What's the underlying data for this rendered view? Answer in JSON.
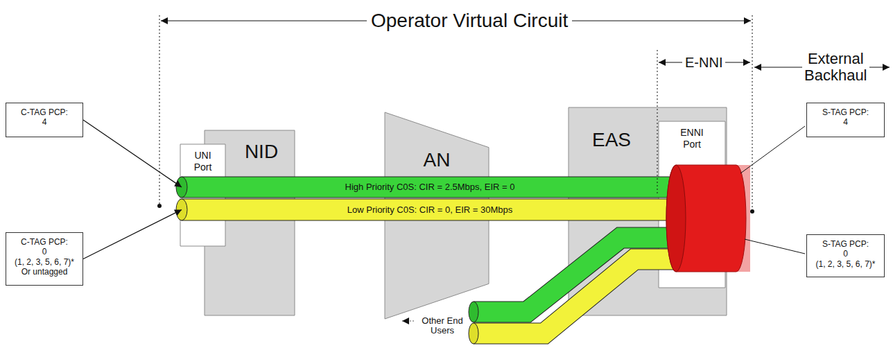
{
  "diagram": {
    "nodes": [
      {
        "text": [
          "C-TAG PCP:",
          "4"
        ]
      },
      {
        "text": [
          "C-TAG PCP:",
          "0",
          "(1, 2, 3, 5, 6, 7)*",
          "Or untagged"
        ]
      },
      {
        "text": [
          "UNI Port"
        ]
      },
      {
        "text": [
          "NID"
        ]
      },
      {
        "text": [
          "AN"
        ]
      },
      {
        "text": [
          "EAS"
        ]
      },
      {
        "text": [
          "ENNI Port"
        ],
        "in": 5
      },
      {
        "text": [
          "High Priority C0S: CIR = 2.5Mbps, EIR = 0"
        ]
      },
      {
        "text": [
          "Low Priority C0S: CIR = 0, EIR = 30Mbps"
        ]
      },
      {
        "text": [
          "S-TAG PCP:",
          "4"
        ]
      },
      {
        "text": [
          "S-TAG PCP:",
          "0",
          "(1, 2, 3, 5, 6, 7)*"
        ]
      }
    ],
    "edges": [
      {
        "from": 0,
        "to": 7,
        "arrow": "to"
      },
      {
        "from": 1,
        "to": 8,
        "arrow": "to"
      }
    ],
    "labels": [
      "Operator Virtual Circuit",
      "E-NNI",
      "External Backhaul",
      "Other End Users"
    ]
  }
}
